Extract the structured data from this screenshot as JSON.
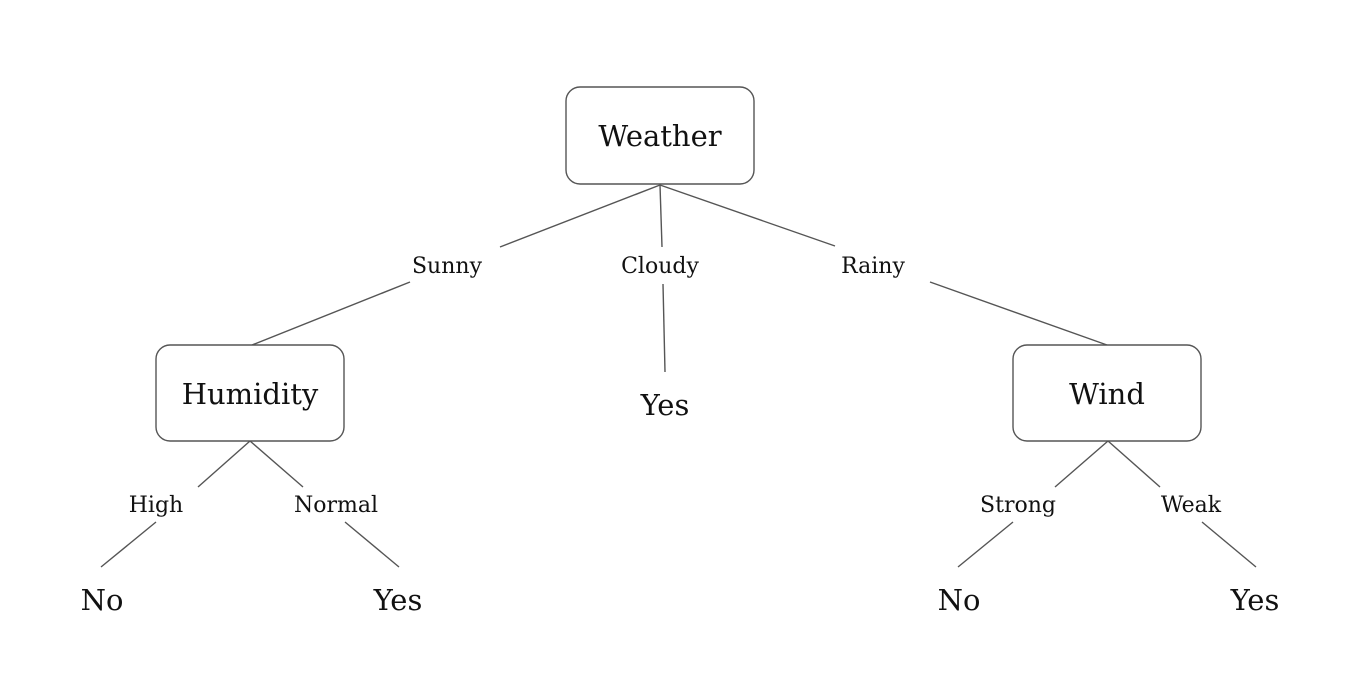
{
  "diagram": {
    "type": "decision-tree",
    "nodes": {
      "root": "Weather",
      "humidity": "Humidity",
      "wind": "Wind"
    },
    "edges": {
      "sunny": "Sunny",
      "cloudy": "Cloudy",
      "rainy": "Rainy",
      "high": "High",
      "normal": "Normal",
      "strong": "Strong",
      "weak": "Weak"
    },
    "leaves": {
      "cloudy_yes": "Yes",
      "high_no": "No",
      "normal_yes": "Yes",
      "strong_no": "No",
      "weak_yes": "Yes"
    },
    "colors": {
      "line": "#555555",
      "text": "#111111",
      "background": "#ffffff"
    }
  }
}
